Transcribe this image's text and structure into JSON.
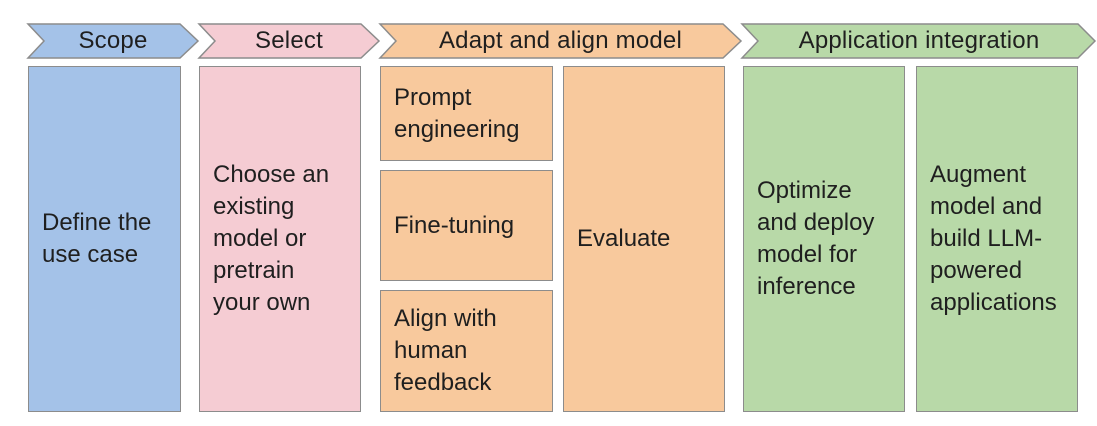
{
  "colors": {
    "scope": "#a4c2e8",
    "select": "#f5ccd3",
    "adapt": "#f8c99d",
    "integration": "#b8d9a8",
    "border": "#8c8c8c"
  },
  "stages": {
    "scope": {
      "header": "Scope",
      "task": "Define the\nuse case"
    },
    "select": {
      "header": "Select",
      "task": "Choose an\nexisting\nmodel or\npretrain\nyour own"
    },
    "adapt": {
      "header": "Adapt and align model",
      "prompt_engineering": "Prompt\nengineering",
      "fine_tuning": "Fine-tuning",
      "align_feedback": "Align with\nhuman\nfeedback",
      "evaluate": "Evaluate"
    },
    "integration": {
      "header": "Application integration",
      "optimize": "Optimize\nand deploy\nmodel for\ninference",
      "augment": "Augment\nmodel and\nbuild LLM-\npowered\napplications"
    }
  }
}
